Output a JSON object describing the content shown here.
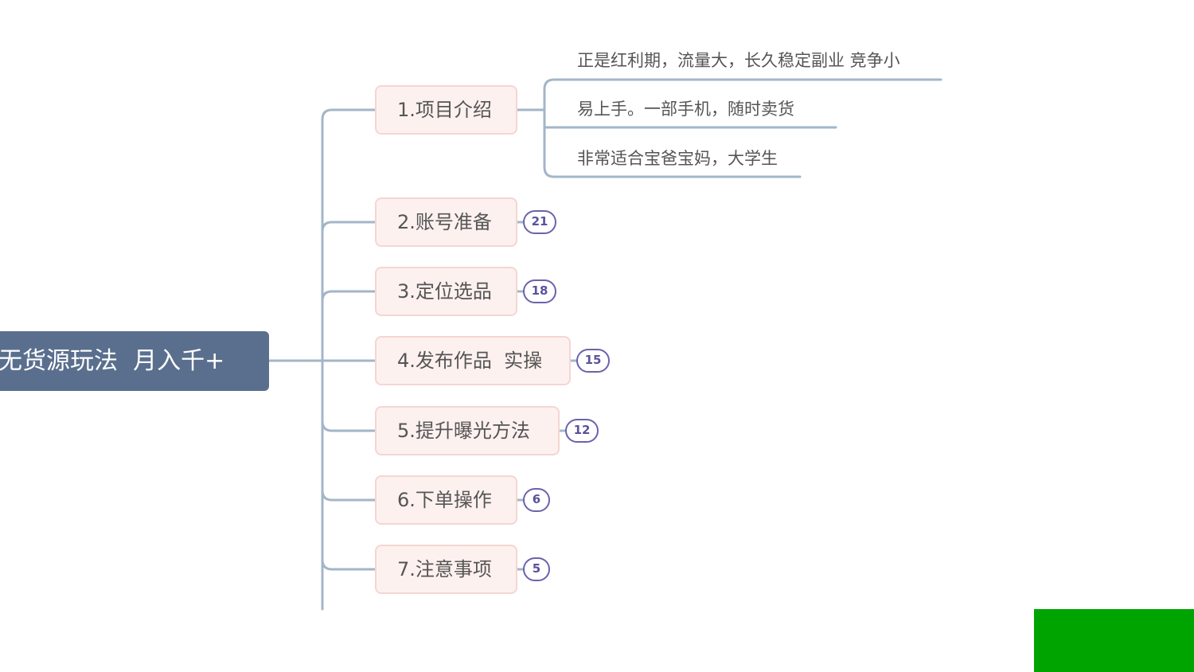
{
  "root": {
    "label": "无货源玩法  月入千+"
  },
  "topics": [
    {
      "label": "1.项目介绍",
      "count": null,
      "children": [
        "正是红利期，流量大，长久稳定副业 竞争小",
        "易上手。一部手机，随时卖货",
        "非常适合宝爸宝妈，大学生"
      ]
    },
    {
      "label": "2.账号准备",
      "count": "21"
    },
    {
      "label": "3.定位选品",
      "count": "18"
    },
    {
      "label": "4.发布作品  实操",
      "count": "15"
    },
    {
      "label": "5.提升曝光方法",
      "count": "12"
    },
    {
      "label": "6.下单操作",
      "count": "6"
    },
    {
      "label": "7.注意事项",
      "count": "5"
    }
  ],
  "colors": {
    "root_fill": "#5a6f8e",
    "topic_fill": "#fdf1ef",
    "topic_border": "#f4d6d2",
    "connector": "#a3b6c8",
    "badge": "#6b62ad",
    "corner_block": "#00a400"
  }
}
